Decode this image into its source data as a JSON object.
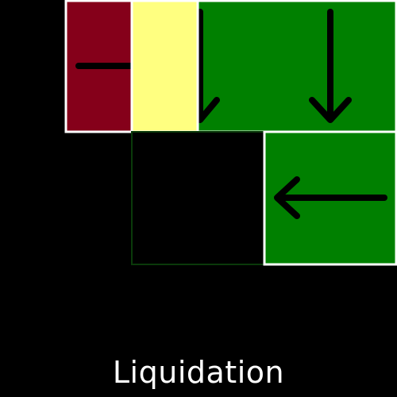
{
  "title": "Liquidation",
  "colors": {
    "background": "#000000",
    "red": "#85001a",
    "yellow": "#ffff80",
    "green": "#008000",
    "tile_border": "#ffffff",
    "empty_border": "#0a3a0a",
    "arrow": "#000000"
  },
  "tiles": [
    {
      "name": "tile-red-minus",
      "color": "red",
      "symbol": "minus"
    },
    {
      "name": "tile-yellow",
      "color": "yellow",
      "symbol": "none"
    },
    {
      "name": "tile-green-large",
      "color": "green",
      "symbol": "arrow-down"
    },
    {
      "name": "tile-empty",
      "color": "background",
      "symbol": "none"
    },
    {
      "name": "tile-green-left",
      "color": "green",
      "symbol": "arrow-left"
    }
  ]
}
